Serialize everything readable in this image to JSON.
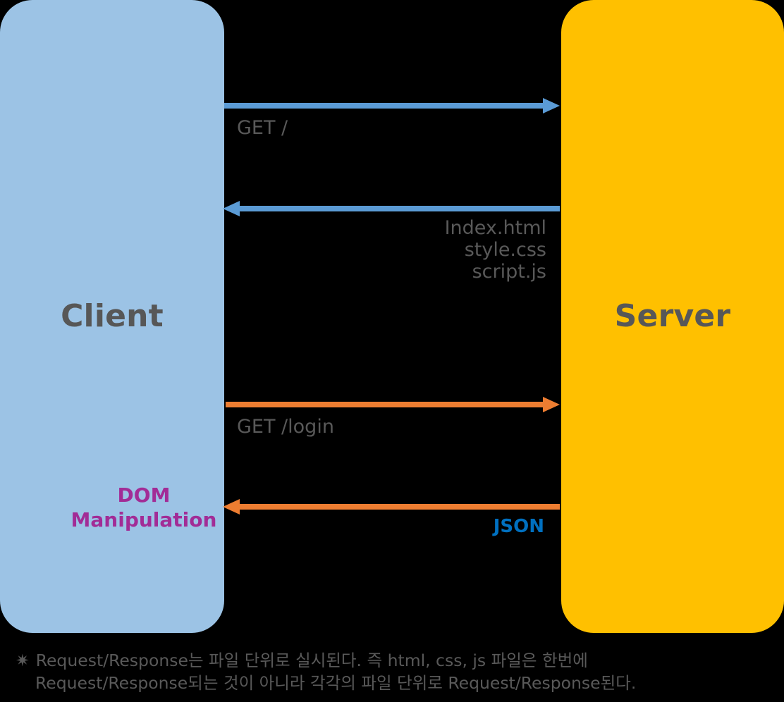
{
  "diagram": {
    "title": "Client-Server Request/Response Sequence Diagram",
    "colors": {
      "background": "#000000",
      "client_box": "#9CC3E5",
      "server_box": "#FFC000",
      "blue_arrow": "#5B9BD5",
      "orange_arrow": "#ED7D31",
      "caption_text": "#595959",
      "json_text": "#0070C0",
      "dom_text": "#A22C96"
    },
    "actors": [
      {
        "id": "client",
        "label": "Client",
        "side": "left"
      },
      {
        "id": "server",
        "label": "Server",
        "side": "right"
      }
    ],
    "messages": [
      {
        "id": "request-root",
        "label": "GET /",
        "direction": "client-to-server",
        "color": "#5B9BD5",
        "label_align": "left"
      },
      {
        "id": "response-files",
        "label": "Index.html\nstyle.css\nscript.js",
        "direction": "server-to-client",
        "color": "#5B9BD5",
        "label_align": "right"
      },
      {
        "id": "request-login",
        "label": "GET /login",
        "direction": "client-to-server",
        "color": "#ED7D31",
        "label_align": "left"
      },
      {
        "id": "response-json",
        "label": "JSON",
        "direction": "server-to-client",
        "color": "#ED7D31",
        "label_align": "right"
      }
    ],
    "annotations": {
      "dom_manipulation": "DOM\nManipulation"
    },
    "footnote": {
      "marker": "✷",
      "line1": "Request/Response는 파일 단위로 실시된다. 즉 html, css, js 파일은 한번에",
      "line2": "Request/Response되는 것이 아니라 각각의 파일 단위로 Request/Response된다."
    }
  }
}
